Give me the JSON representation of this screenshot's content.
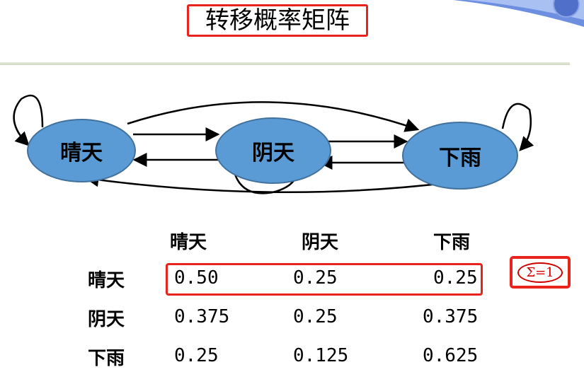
{
  "title": "转移概率矩阵",
  "states": [
    "晴天",
    "阴天",
    "下雨"
  ],
  "matrix": {
    "col_headers": [
      "晴天",
      "阴天",
      "下雨"
    ],
    "rows": [
      {
        "label": "晴天",
        "values": [
          "0.50",
          "0.25",
          "0.25"
        ]
      },
      {
        "label": "阴天",
        "values": [
          "0.375",
          "0.25",
          "0.375"
        ]
      },
      {
        "label": "下雨",
        "values": [
          "0.25",
          "0.125",
          "0.625"
        ]
      }
    ]
  },
  "annotation": "Σ=1",
  "colors": {
    "node_fill": "#5b9bd5",
    "highlight": "#e8231b"
  }
}
